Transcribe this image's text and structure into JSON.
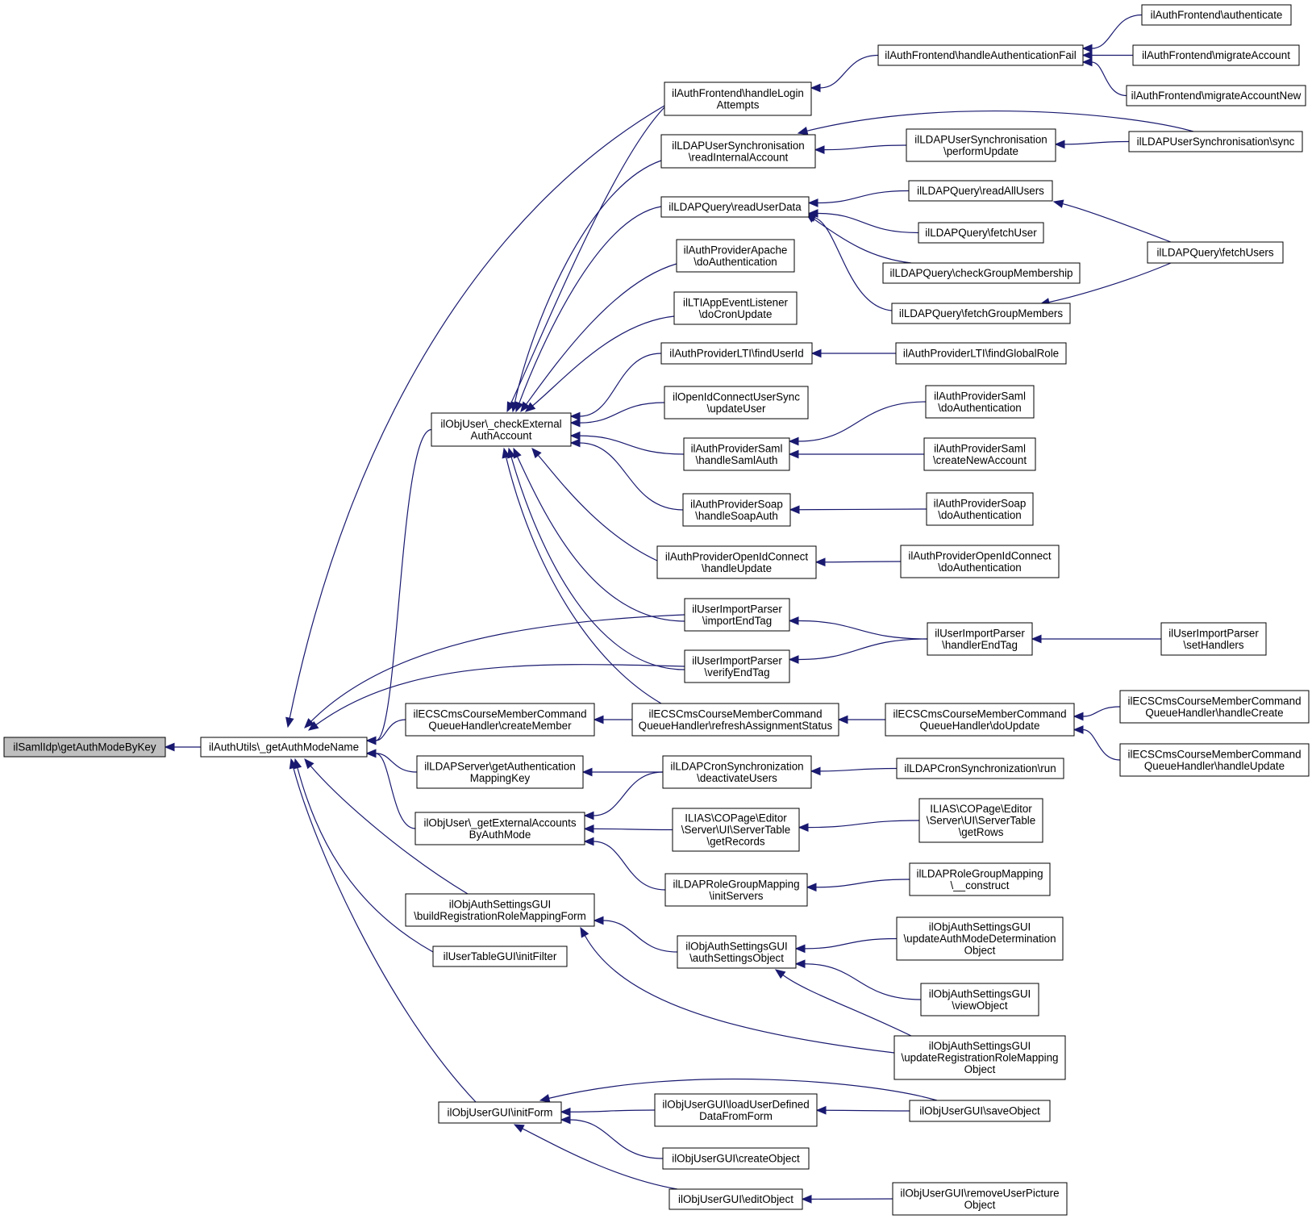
{
  "nodes": [
    {
      "id": "root",
      "lines": [
        "ilSamlIdp\\getAuthModeByKey"
      ]
    },
    {
      "id": "getAuthModeName",
      "lines": [
        "ilAuthUtils\\_getAuthModeName"
      ]
    },
    {
      "id": "checkExternal",
      "lines": [
        "ilObjUser\\_checkExternal",
        "AuthAccount"
      ]
    },
    {
      "id": "handleLogin",
      "lines": [
        "ilAuthFrontend\\handleLogin",
        "Attempts"
      ]
    },
    {
      "id": "handleAuthFail",
      "lines": [
        "ilAuthFrontend\\handleAuthenticationFail"
      ]
    },
    {
      "id": "authenticate",
      "lines": [
        "ilAuthFrontend\\authenticate"
      ]
    },
    {
      "id": "migrateAccount",
      "lines": [
        "ilAuthFrontend\\migrateAccount"
      ]
    },
    {
      "id": "migrateAccountNew",
      "lines": [
        "ilAuthFrontend\\migrateAccountNew"
      ]
    },
    {
      "id": "readInternal",
      "lines": [
        "ilLDAPUserSynchronisation",
        "\\readInternalAccount"
      ]
    },
    {
      "id": "performUpdate",
      "lines": [
        "ilLDAPUserSynchronisation",
        "\\performUpdate"
      ]
    },
    {
      "id": "sync",
      "lines": [
        "ilLDAPUserSynchronisation\\sync"
      ]
    },
    {
      "id": "readUserData",
      "lines": [
        "ilLDAPQuery\\readUserData"
      ]
    },
    {
      "id": "readAllUsers",
      "lines": [
        "ilLDAPQuery\\readAllUsers"
      ]
    },
    {
      "id": "fetchUser",
      "lines": [
        "ilLDAPQuery\\fetchUser"
      ]
    },
    {
      "id": "checkGroupMembership",
      "lines": [
        "ilLDAPQuery\\checkGroupMembership"
      ]
    },
    {
      "id": "fetchGroupMembers",
      "lines": [
        "ilLDAPQuery\\fetchGroupMembers"
      ]
    },
    {
      "id": "fetchUsers",
      "lines": [
        "ilLDAPQuery\\fetchUsers"
      ]
    },
    {
      "id": "apacheAuth",
      "lines": [
        "ilAuthProviderApache",
        "\\doAuthentication"
      ]
    },
    {
      "id": "ltiCron",
      "lines": [
        "ilLTIAppEventListener",
        "\\doCronUpdate"
      ]
    },
    {
      "id": "findUserId",
      "lines": [
        "ilAuthProviderLTI\\findUserId"
      ]
    },
    {
      "id": "findGlobalRole",
      "lines": [
        "ilAuthProviderLTI\\findGlobalRole"
      ]
    },
    {
      "id": "oidcSync",
      "lines": [
        "ilOpenIdConnectUserSync",
        "\\updateUser"
      ]
    },
    {
      "id": "samlHandle",
      "lines": [
        "ilAuthProviderSaml",
        "\\handleSamlAuth"
      ]
    },
    {
      "id": "samlDoAuth",
      "lines": [
        "ilAuthProviderSaml",
        "\\doAuthentication"
      ]
    },
    {
      "id": "samlCreate",
      "lines": [
        "ilAuthProviderSaml",
        "\\createNewAccount"
      ]
    },
    {
      "id": "soapHandle",
      "lines": [
        "ilAuthProviderSoap",
        "\\handleSoapAuth"
      ]
    },
    {
      "id": "soapDoAuth",
      "lines": [
        "ilAuthProviderSoap",
        "\\doAuthentication"
      ]
    },
    {
      "id": "oidcHandle",
      "lines": [
        "ilAuthProviderOpenIdConnect",
        "\\handleUpdate"
      ]
    },
    {
      "id": "oidcDoAuth",
      "lines": [
        "ilAuthProviderOpenIdConnect",
        "\\doAuthentication"
      ]
    },
    {
      "id": "importEndTag",
      "lines": [
        "ilUserImportParser",
        "\\importEndTag"
      ]
    },
    {
      "id": "verifyEndTag",
      "lines": [
        "ilUserImportParser",
        "\\verifyEndTag"
      ]
    },
    {
      "id": "handlerEndTag",
      "lines": [
        "ilUserImportParser",
        "\\handlerEndTag"
      ]
    },
    {
      "id": "setHandlers",
      "lines": [
        "ilUserImportParser",
        "\\setHandlers"
      ]
    },
    {
      "id": "ecsCreateMember",
      "lines": [
        "ilECSCmsCourseMemberCommand",
        "QueueHandler\\createMember"
      ]
    },
    {
      "id": "ecsRefresh",
      "lines": [
        "ilECSCmsCourseMemberCommand",
        "QueueHandler\\refreshAssignmentStatus"
      ]
    },
    {
      "id": "ecsDoUpdate",
      "lines": [
        "ilECSCmsCourseMemberCommand",
        "QueueHandler\\doUpdate"
      ]
    },
    {
      "id": "ecsHandleCreate",
      "lines": [
        "ilECSCmsCourseMemberCommand",
        "QueueHandler\\handleCreate"
      ]
    },
    {
      "id": "ecsHandleUpdate",
      "lines": [
        "ilECSCmsCourseMemberCommand",
        "QueueHandler\\handleUpdate"
      ]
    },
    {
      "id": "ldapServer",
      "lines": [
        "ilLDAPServer\\getAuthentication",
        "MappingKey"
      ]
    },
    {
      "id": "cronDeactivate",
      "lines": [
        "ilLDAPCronSynchronization",
        "\\deactivateUsers"
      ]
    },
    {
      "id": "cronRun",
      "lines": [
        "ilLDAPCronSynchronization\\run"
      ]
    },
    {
      "id": "extAccounts",
      "lines": [
        "ilObjUser\\_getExternalAccounts",
        "ByAuthMode"
      ]
    },
    {
      "id": "getRecords",
      "lines": [
        "ILIAS\\COPage\\Editor",
        "\\Server\\UI\\ServerTable",
        "\\getRecords"
      ]
    },
    {
      "id": "getRows",
      "lines": [
        "ILIAS\\COPage\\Editor",
        "\\Server\\UI\\ServerTable",
        "\\getRows"
      ]
    },
    {
      "id": "roleInitServers",
      "lines": [
        "ilLDAPRoleGroupMapping",
        "\\initServers"
      ]
    },
    {
      "id": "roleConstruct",
      "lines": [
        "ilLDAPRoleGroupMapping",
        "\\__construct"
      ]
    },
    {
      "id": "buildRegForm",
      "lines": [
        "ilObjAuthSettingsGUI",
        "\\buildRegistrationRoleMappingForm"
      ]
    },
    {
      "id": "authSettingsObject",
      "lines": [
        "ilObjAuthSettingsGUI",
        "\\authSettingsObject"
      ]
    },
    {
      "id": "updateAuthModeDet",
      "lines": [
        "ilObjAuthSettingsGUI",
        "\\updateAuthModeDetermination",
        "Object"
      ]
    },
    {
      "id": "viewObject",
      "lines": [
        "ilObjAuthSettingsGUI",
        "\\viewObject"
      ]
    },
    {
      "id": "updateRegRoleMap",
      "lines": [
        "ilObjAuthSettingsGUI",
        "\\updateRegistrationRoleMapping",
        "Object"
      ]
    },
    {
      "id": "userTableFilter",
      "lines": [
        "ilUserTableGUI\\initFilter"
      ]
    },
    {
      "id": "initForm",
      "lines": [
        "ilObjUserGUI\\initForm"
      ]
    },
    {
      "id": "loadUserDefined",
      "lines": [
        "ilObjUserGUI\\loadUserDefined",
        "DataFromForm"
      ]
    },
    {
      "id": "saveObject",
      "lines": [
        "ilObjUserGUI\\saveObject"
      ]
    },
    {
      "id": "createObject",
      "lines": [
        "ilObjUserGUI\\createObject"
      ]
    },
    {
      "id": "editObject",
      "lines": [
        "ilObjUserGUI\\editObject"
      ]
    },
    {
      "id": "removePicture",
      "lines": [
        "ilObjUserGUI\\removeUserPicture",
        "Object"
      ]
    }
  ],
  "edges": [
    [
      "getAuthModeName",
      "root"
    ],
    [
      "checkExternal",
      "getAuthModeName"
    ],
    [
      "handleLogin",
      "getAuthModeName"
    ],
    [
      "importEndTag",
      "getAuthModeName"
    ],
    [
      "verifyEndTag",
      "getAuthModeName"
    ],
    [
      "ecsCreateMember",
      "getAuthModeName"
    ],
    [
      "ldapServer",
      "getAuthModeName"
    ],
    [
      "extAccounts",
      "getAuthModeName"
    ],
    [
      "buildRegForm",
      "getAuthModeName"
    ],
    [
      "userTableFilter",
      "getAuthModeName"
    ],
    [
      "initForm",
      "getAuthModeName"
    ],
    [
      "handleLogin",
      "checkExternal"
    ],
    [
      "readInternal",
      "checkExternal"
    ],
    [
      "readUserData",
      "checkExternal"
    ],
    [
      "apacheAuth",
      "checkExternal"
    ],
    [
      "ltiCron",
      "checkExternal"
    ],
    [
      "findUserId",
      "checkExternal"
    ],
    [
      "oidcSync",
      "checkExternal"
    ],
    [
      "samlHandle",
      "checkExternal"
    ],
    [
      "soapHandle",
      "checkExternal"
    ],
    [
      "oidcHandle",
      "checkExternal"
    ],
    [
      "importEndTag",
      "checkExternal"
    ],
    [
      "verifyEndTag",
      "checkExternal"
    ],
    [
      "ecsRefresh",
      "checkExternal"
    ],
    [
      "handleAuthFail",
      "handleLogin"
    ],
    [
      "authenticate",
      "handleAuthFail"
    ],
    [
      "migrateAccount",
      "handleAuthFail"
    ],
    [
      "migrateAccountNew",
      "handleAuthFail"
    ],
    [
      "sync",
      "readInternal"
    ],
    [
      "performUpdate",
      "readInternal"
    ],
    [
      "sync",
      "performUpdate"
    ],
    [
      "readAllUsers",
      "readUserData"
    ],
    [
      "fetchUser",
      "readUserData"
    ],
    [
      "checkGroupMembership",
      "readUserData"
    ],
    [
      "fetchGroupMembers",
      "readUserData"
    ],
    [
      "fetchUsers",
      "readAllUsers"
    ],
    [
      "fetchUsers",
      "fetchGroupMembers"
    ],
    [
      "findGlobalRole",
      "findUserId"
    ],
    [
      "samlDoAuth",
      "samlHandle"
    ],
    [
      "samlCreate",
      "samlHandle"
    ],
    [
      "soapDoAuth",
      "soapHandle"
    ],
    [
      "oidcDoAuth",
      "oidcHandle"
    ],
    [
      "handlerEndTag",
      "importEndTag"
    ],
    [
      "handlerEndTag",
      "verifyEndTag"
    ],
    [
      "setHandlers",
      "handlerEndTag"
    ],
    [
      "ecsRefresh",
      "ecsCreateMember"
    ],
    [
      "ecsDoUpdate",
      "ecsRefresh"
    ],
    [
      "ecsHandleCreate",
      "ecsDoUpdate"
    ],
    [
      "ecsHandleUpdate",
      "ecsDoUpdate"
    ],
    [
      "cronDeactivate",
      "ldapServer"
    ],
    [
      "cronRun",
      "cronDeactivate"
    ],
    [
      "cronDeactivate",
      "extAccounts"
    ],
    [
      "getRecords",
      "extAccounts"
    ],
    [
      "roleInitServers",
      "extAccounts"
    ],
    [
      "getRows",
      "getRecords"
    ],
    [
      "roleConstruct",
      "roleInitServers"
    ],
    [
      "authSettingsObject",
      "buildRegForm"
    ],
    [
      "updateRegRoleMap",
      "buildRegForm"
    ],
    [
      "updateAuthModeDet",
      "authSettingsObject"
    ],
    [
      "viewObject",
      "authSettingsObject"
    ],
    [
      "updateRegRoleMap",
      "authSettingsObject"
    ],
    [
      "saveObject",
      "initForm"
    ],
    [
      "loadUserDefined",
      "initForm"
    ],
    [
      "createObject",
      "initForm"
    ],
    [
      "editObject",
      "initForm"
    ],
    [
      "saveObject",
      "loadUserDefined"
    ],
    [
      "removePicture",
      "editObject"
    ]
  ]
}
